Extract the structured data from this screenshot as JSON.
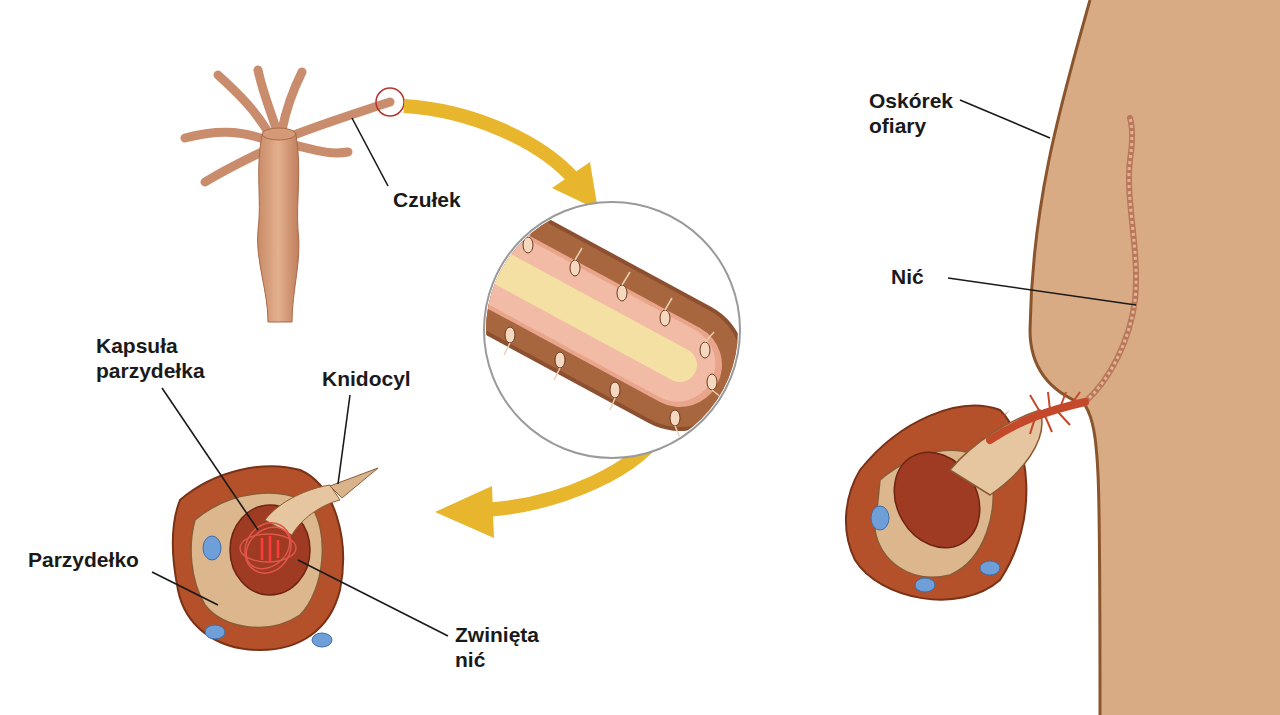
{
  "diagram": {
    "labels": [
      "Czułek",
      "Oskórek ofiary",
      "Nić",
      "Kapsuła parzydełka",
      "Knidocyl",
      "Parzydełko",
      "Zwinięta nić"
    ]
  }
}
